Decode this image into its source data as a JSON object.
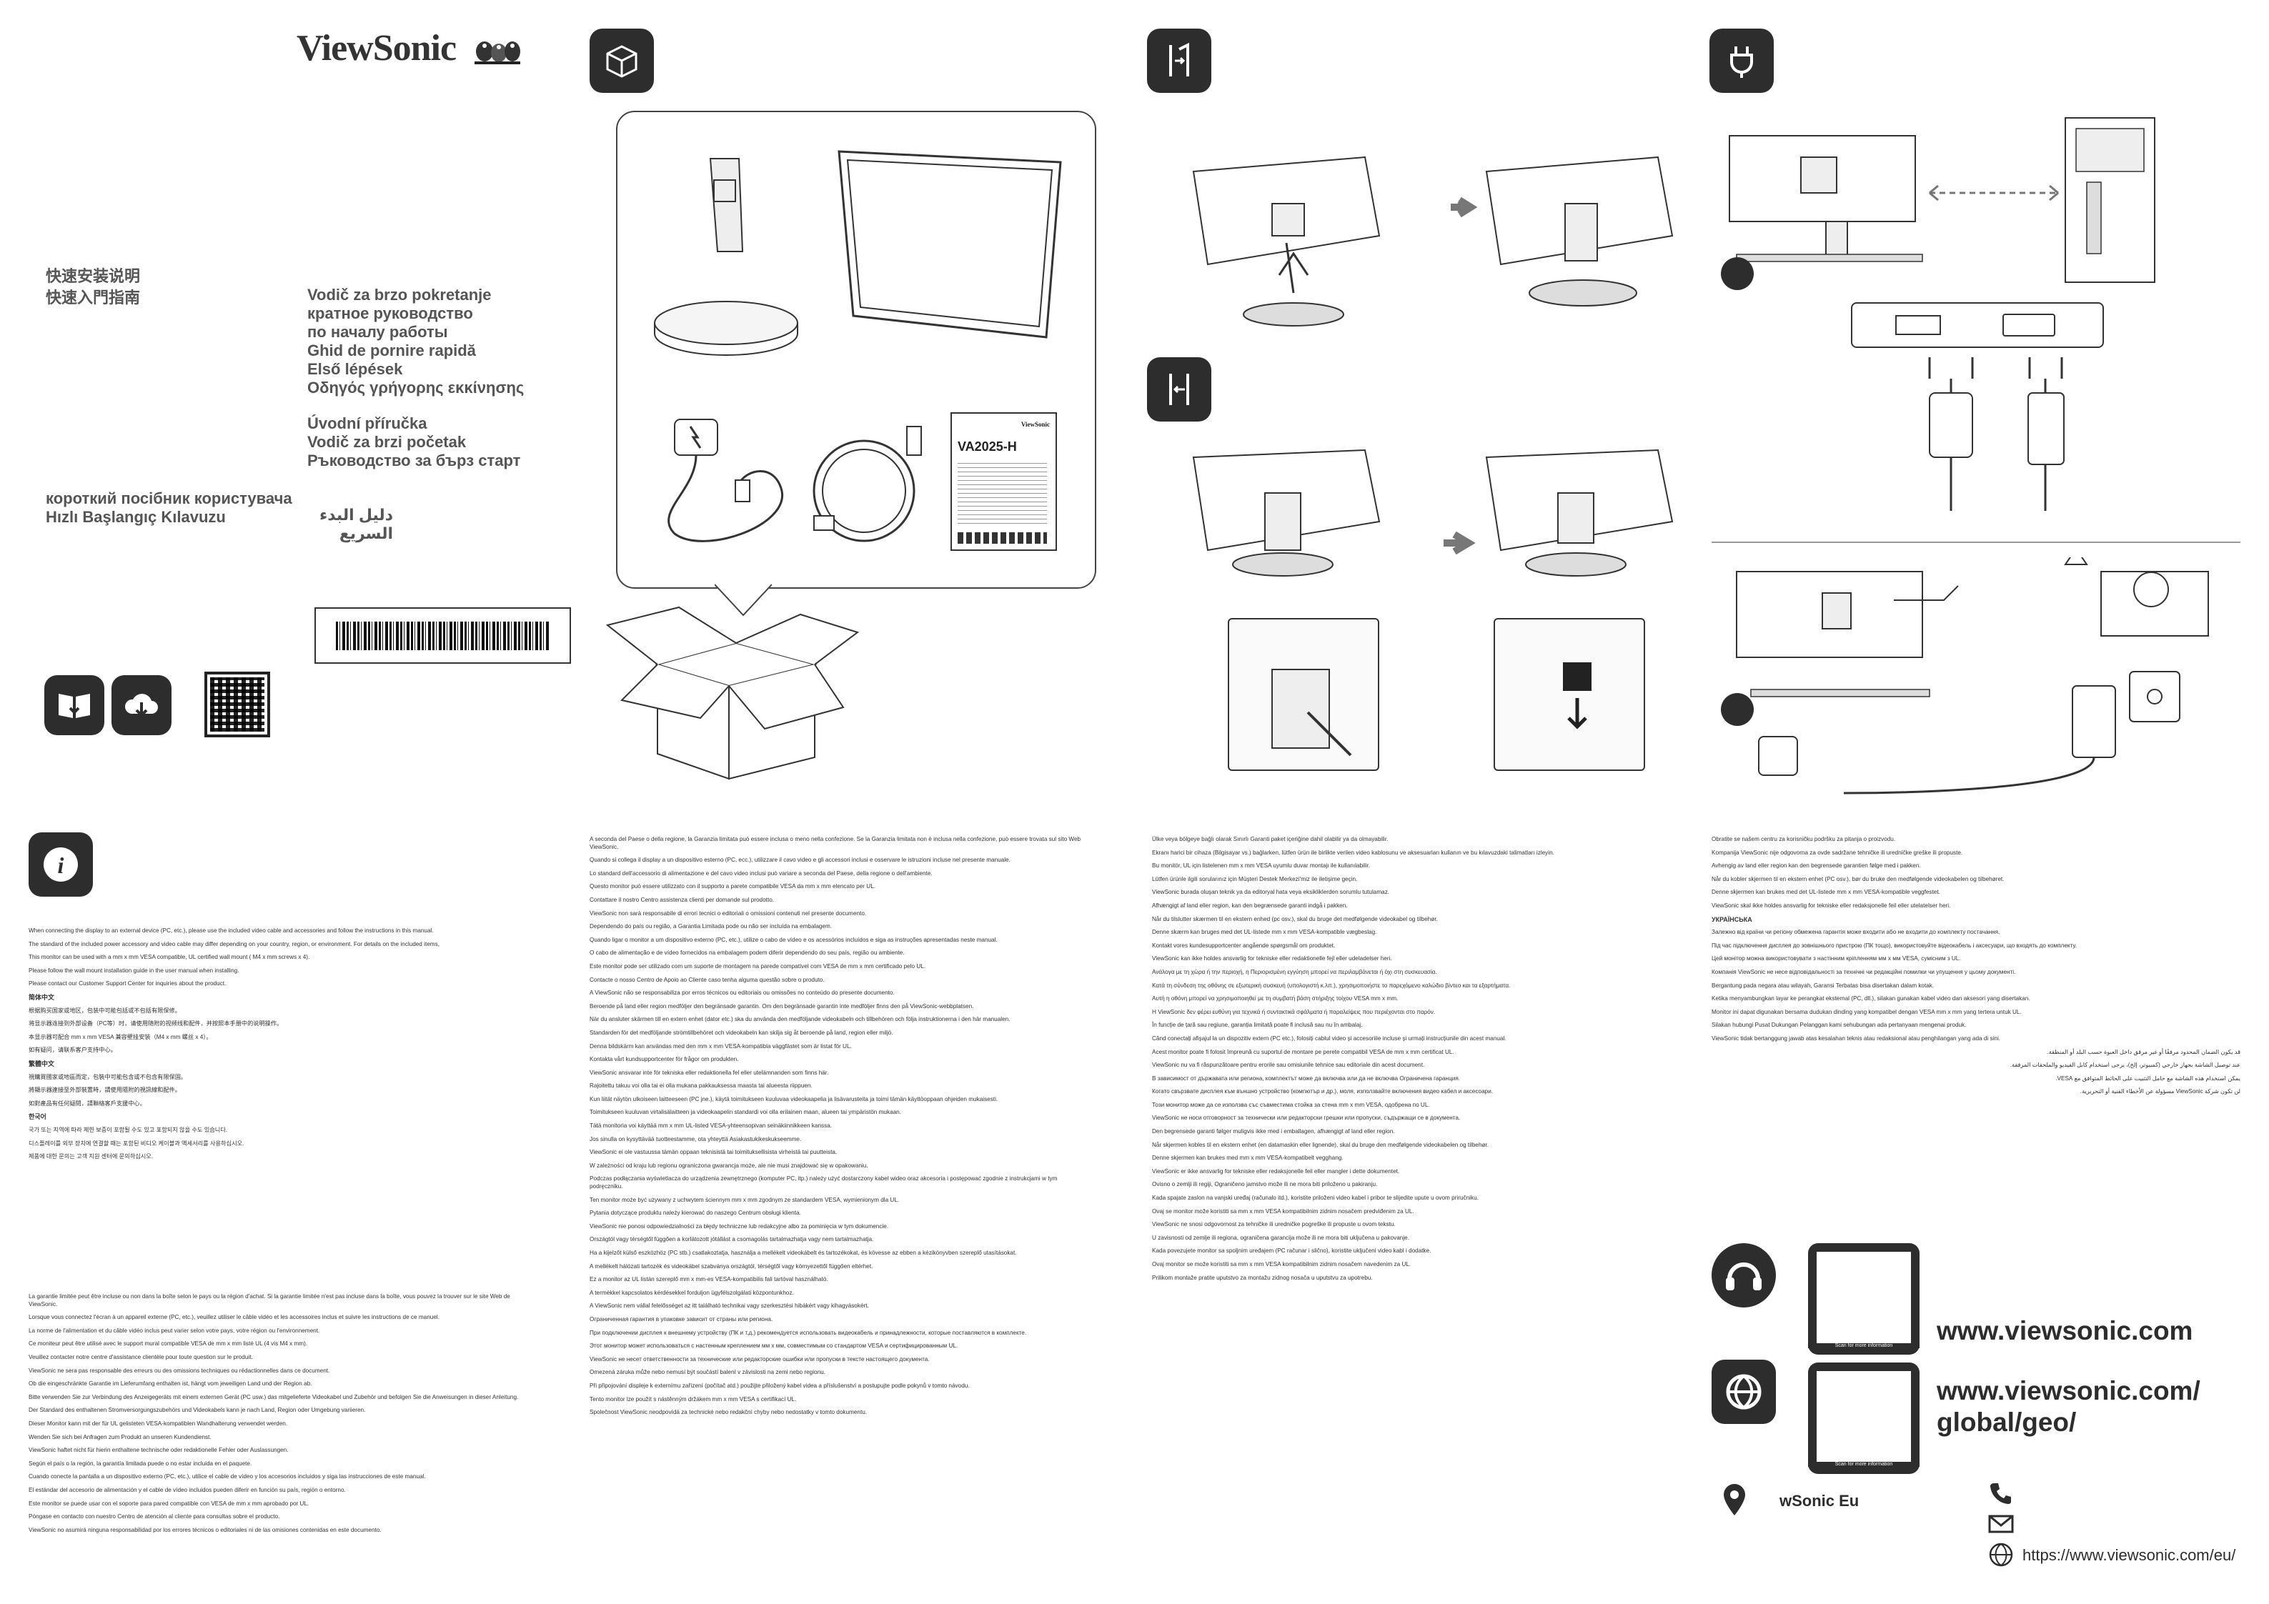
{
  "brand": {
    "name": "ViewSonic"
  },
  "cover": {
    "cjk_titles": [
      "快速安装说明",
      "快速入門指南"
    ],
    "titles_group1": [
      "Vodič za brzo pokretanje",
      "кратное руководство",
      "по началу работы",
      "Ghid de pornire rapidă",
      "Első lépések",
      "Οδηγός γρήγορης εκκίνησης"
    ],
    "titles_group2": [
      "Úvodní příručka",
      "Vodič za brzi početak",
      "Ръководство за бърз старт"
    ],
    "titles_group3": [
      "короткий посібник користувача",
      "Hızlı Başlangıç Kılavuzu"
    ],
    "arabic_title": "دليل البدء السريع"
  },
  "box": {
    "model": "VA2025-H"
  },
  "support": {
    "url_main": "www.viewsonic.com",
    "url_geo_line1": "www.viewsonic.com/",
    "url_geo_line2": "global/geo/",
    "location": "wSonic Eu",
    "url_eu": "https://www.viewsonic.com/eu/",
    "qr_caption": "Scan for more information"
  },
  "text": {
    "col1_top": [
      "When connecting the display to an external device (PC, etc.), please use the included video cable and accessories and follow the instructions in this manual.",
      "The standard of the included power accessory and video cable may differ depending on your country, region, or environment. For details on the included items,",
      "This monitor can be used with a mm x mm VESA compatible, UL certified wall mount ( M4 x mm screws x 4).",
      "Please follow the wall mount installation guide in the user manual when installing.",
      "Please contact our Customer Support Center for inquiries about the product."
    ],
    "col1_bottom": [
      "La garantie limitée peut être incluse ou non dans la boîte selon le pays ou la région d'achat. Si la garantie limitée n'est pas incluse dans la boîte, vous pouvez la trouver sur le site Web de ViewSonic.",
      "Lorsque vous connectez l'écran à un appareil externe (PC, etc.), veuillez utiliser le câble vidéo et les accessoires inclus et suivre les instructions de ce manuel.",
      "La norme de l'alimentation et du câble vidéo inclus peut varier selon votre pays, votre région ou l'environnement.",
      "Ce moniteur peut être utilisé avec le support mural compatible VESA de mm x mm listé UL (4 vis M4 x mm).",
      "Veuillez contacter notre centre d'assistance clientèle pour toute question sur le produit.",
      "ViewSonic ne sera pas responsable des erreurs ou des omissions techniques ou rédactionnelles dans ce document.",
      "Ob die eingeschränkte Garantie im Lieferumfang enthalten ist, hängt vom jeweiligen Land und der Region ab.",
      "Bitte verwenden Sie zur Verbindung des Anzeigegeräts mit einem externen Gerät (PC usw.) das mitgelieferte Videokabel und Zubehör und befolgen Sie die Anweisungen in dieser Anleitung.",
      "Der Standard des enthaltenen Stromversorgungszubehörs und Videokabels kann je nach Land, Region oder Umgebung variieren.",
      "Dieser Monitor kann mit der für UL gelisteten VESA-kompatiblen Wandhalterung verwendet werden.",
      "Wenden Sie sich bei Anfragen zum Produkt an unseren Kundendienst.",
      "ViewSonic haftet nicht für hierin enthaltene technische oder redaktionelle Fehler oder Auslassungen.",
      "Según el país o la región, la garantía limitada puede o no estar incluida en el paquete.",
      "Cuando conecte la pantalla a un dispositivo externo (PC, etc.), utilice el cable de vídeo y los accesorios incluidos y siga las instrucciones de este manual.",
      "El estándar del accesorio de alimentación y el cable de vídeo incluidos pueden diferir en función su país, región o entorno.",
      "Este monitor se puede usar con el soporte para pared compatible con VESA de mm x mm aprobado por UL.",
      "Póngase en contacto con nuestro Centro de atención al cliente para consultas sobre el producto.",
      "ViewSonic no asumirá ninguna responsabilidad por los errores técnicos o editoriales ni de las omisiones contenidas en este documento."
    ],
    "col2": [
      "A seconda del Paese o della regione, la Garanzia limitata può essere inclusa o meno nella confezione. Se la Garanzia limitata non è inclusa nella confezione, può essere trovata sul sito Web ViewSonic.",
      "Quando si collega il display a un dispositivo esterno (PC, ecc.), utilizzare il cavo video e gli accessori inclusi e osservare le istruzioni incluse nel presente manuale.",
      "Lo standard dell'accessorio di alimentazione e del cavo video inclusi può variare a seconda del Paese, della regione o dell'ambiente.",
      "Questo monitor può essere utilizzato con il supporto a parete compatibile VESA da mm x mm elencato per UL.",
      "Contattare il nostro Centro assistenza clienti per domande sul prodotto.",
      "ViewSonic non sarà responsabile di errori tecnici o editoriali o omissioni contenuti nel presente documento.",
      "Dependendo do país ou região, a Garantia Limitada pode ou não ser incluída na embalagem.",
      "Quando ligar o monitor a um dispositivo externo (PC, etc.), utilize o cabo de vídeo e os acessórios incluídos e siga as instruções apresentadas neste manual.",
      "O cabo de alimentação e de vídeo fornecidos na embalagem podem diferir dependendo do seu país, região ou ambiente.",
      "Este monitor pode ser utilizado com um suporte de montagem na parede compatível com VESA de mm x mm certificado pelo UL.",
      "Contacte o nosso Centro de Apoio ao Cliente caso tenha alguma questão sobre o produto.",
      "A ViewSonic não se responsabiliza por erros técnicos ou editoriais ou omissões no conteúdo do presente documento.",
      "Beroende på land eller region medföljer den begränsade garantin. Om den begränsade garantin inte medföljer finns den på ViewSonic-webbplatsen.",
      "När du ansluter skärmen till en extern enhet (dator etc.) ska du använda den medföljande videokabeln och tillbehören och följa instruktionerna i den här manualen.",
      "Standarden för det medföljande strömtillbehöret och videokabeln kan skilja sig åt beroende på land, region eller miljö.",
      "Denna bildskärm kan användas med den mm x mm VESA-kompatibla väggfästet som är listat för UL.",
      "Kontakta vårt kundsupportcenter för frågor om produkten.",
      "ViewSonic ansvarar inte för tekniska eller redaktionella fel eller utelämnanden som finns här.",
      "Rajoitettu takuu voi olla tai ei olla mukana pakkauksessa maasta tai alueesta riippuen.",
      "Kun liität näytön ulkoiseen laitteeseen (PC jne.), käytä toimitukseen kuuluvaa videokaapelia ja lisävarusteita ja toimi tämän käyttöoppaan ohjeiden mukaisesti.",
      "Toimitukseen kuuluvan virtalisälaitteen ja videokaapelin standardi voi olla erilainen maan, alueen tai ympäristön mukaan.",
      "Tätä monitoria voi käyttää mm x mm UL-listed VESA-yhteensopivan seinäkiinnikkeen kanssa.",
      "Jos sinulla on kysyttävää tuotteestamme, ota yhteyttä Asiakastukikeskukseemme.",
      "ViewSonic ei ole vastuussa tämän oppaan teknisistä tai toimituksellisista virheistä tai puutteista.",
      "W zależności od kraju lub regionu ograniczona gwarancja może, ale nie musi znajdować się w opakowaniu.",
      "Podczas podłączania wyświetlacza do urządzenia zewnętrznego (komputer PC, itp.) należy użyć dostarczony kabel wideo oraz akcesoria i postępować zgodnie z instrukcjami w tym podręczniku.",
      "Ten monitor może być używany z uchwytem ściennym mm x mm zgodnym ze standardem VESA, wymienionym dla UL.",
      "Pytania dotyczące produktu należy kierować do naszego Centrum obsługi klienta.",
      "ViewSonic nie ponosi odpowiedzialności za błędy techniczne lub redakcyjne albo za pominięcia w tym dokumencie.",
      "Országtól vagy térségtől függően a korlátozott jótállást a csomagolás tartalmazhatja vagy nem tartalmazhatja.",
      "Ha a kijelzőt külső eszközhöz (PC stb.) csatlakoztatja, használja a mellékelt videokábelt és tartozékokat, és kövesse az ebben a kézikönyvben szereplő utasításokat.",
      "A mellékelt hálózati tartozék és videokábel szabványa országtól, térségtől vagy környezettől függően eltérhet.",
      "Ez a monitor az UL listán szereplő mm x mm-es VESA-kompatibilis fali tartóval használható.",
      "A termékkel kapcsolatos kérdésekkel forduljon ügyfélszolgálati központunkhoz.",
      "A ViewSonic nem vállal felelősséget az itt található technikai vagy szerkesztési hibákért vagy kihagyásokért.",
      "Ограниченная гарантия в упаковке зависит от страны или региона.",
      "При подключении дисплея к внешнему устройству (ПК и т.д.) рекомендуется использовать видеокабель и принадлежности, которые поставляются в комплекте.",
      "Этот монитор может использоваться с настенным креплением мм x мм, совместимым со стандартом VESA и сертифицированным UL.",
      "ViewSonic не несет ответственности за технические или редакторские ошибки или пропуски в тексте настоящего документа.",
      "Omezená záruka může nebo nemusí být součástí balení v závislosti na zemi nebo regionu.",
      "Při připojování displeje k externímu zařízení (počítač atd.) použijte přiložený kabel videa a příslušenství a postupujte podle pokynů v tomto návodu.",
      "Tento monitor lze použít s nástěnným držákem mm x mm VESA s certifikací UL.",
      "Společnost ViewSonic neodpovídá za technické nebo redakční chyby nebo nedostatky v tomto dokumentu."
    ],
    "col3": [
      "Ülke veya bölgeye bağlı olarak Sınırlı Garanti paket içeriğine dahil olabilir ya da olmayabilir.",
      "Ekranı harici bir cihaza (Bilgisayar vs.) bağlarken, lütfen ürün ile birlikte verilen video kablosunu ve aksesuarları kullanın ve bu kılavuzdaki talimatları izleyin.",
      "Bu monitör, UL için listelenen mm x mm VESA uyumlu duvar montajı ile kullanılabilir.",
      "Lütfen ürünle ilgili sorularınız için Müşteri Destek Merkezi'miz ile iletişime geçin.",
      "ViewSonic burada oluşan teknik ya da editoryal hata veya eksikliklerden sorumlu tutulamaz.",
      "Afhængigt af land eller region, kan den begrænsede garanti indgå i pakken.",
      "Når du tilslutter skærmen til en ekstern enhed (pc osv.), skal du bruge det medfølgende videokabel og tilbehør.",
      "Denne skærm kan bruges med det UL-listede mm x mm VESA-kompatible vægbeslag.",
      "Kontakt vores kundesupportcenter angående spørgsmål om produktet.",
      "ViewSonic kan ikke holdes ansvarlig for tekniske eller redaktionelle fejl eller udeladelser heri.",
      "Ανάλογα με τη χώρα ή την περιοχή, η Περιορισμένη εγγύηση μπορεί να περιλαμβάνεται ή όχι στη συσκευασία.",
      "Κατά τη σύνδεση της οθόνης σε εξωτερική συσκευή (υπολογιστή κ.λπ.), χρησιμοποιήστε το παρεχόμενο καλώδιο βίντεο και τα εξαρτήματα.",
      "Αυτή η οθόνη μπορεί να χρησιμοποιηθεί με τη συμβατή βάση στήριξης τοίχου VESA mm x mm.",
      "Η ViewSonic δεν φέρει ευθύνη για τεχνικά ή συντακτικά σφάλματα ή παραλείψεις που περιέχονται στο παρόν.",
      "În funcție de țară sau regiune, garanția limitată poate fi inclusă sau nu în ambalaj.",
      "Când conectați afișajul la un dispozitiv extern (PC etc.), folosiți cablul video și accesoriile incluse și urmați instrucțiunile din acest manual.",
      "Acest monitor poate fi folosit împreună cu suportul de montare pe perete compatibil VESA de mm x mm certificat UL.",
      "ViewSonic nu va fi răspunzătoare pentru erorile sau omisiunile tehnice sau editoriale din acest document.",
      "В зависимост от държавата или региона, комплектът може да включва или да не включва Ограничена гаранция.",
      "Когато свързвате дисплея към външно устройство (компютър и др.), моля, използвайте включения видео кабел и аксесоари.",
      "Този монитор може да се използва със съвместима стойка за стена mm x mm VESA, одобрена по UL.",
      "ViewSonic не носи отговорност за технически или редакторски грешки или пропуски, съдържащи се в документа.",
      "Den begrensede garanti følger muligvis ikke med i emballagen, afhængigt af land eller region.",
      "Når skjermen kobles til en ekstern enhet (en datamaskin eller lignende), skal du bruge den medfølgende videokabelen og tilbehør.",
      "Denne skjermen kan brukes med mm x mm VESA-kompatibelt vegghang.",
      "ViewSonic er ikke ansvarlig for tekniske eller redaksjonelle feil eller mangler i dette dokumentet.",
      "Ovisno o zemlji ili regiji, Ograničeno jamstvo može ili ne mora biti priloženo u pakiranju.",
      "Kada spajate zaslon na vanjski uređaj (računalo itd.), koristite priloženi video kabel i pribor te slijedite upute u ovom priručniku.",
      "Ovaj se monitor može koristiti sa mm x mm VESA kompatibilnim zidnim nosačem predviđenim za UL.",
      "ViewSonic ne snosi odgovornost za tehničke ili uredničke pogreške ili propuste u ovom tekstu.",
      "U zavisnosti od zemlje ili regiona, ograničena garancija može ili ne mora biti uključena u pakovanje.",
      "Kada povezujete monitor sa spoljnim uređajem (PC računar i slično), koristite uključeni video kabl i dodatke.",
      "Ovaj monitor se može koristiti sa mm x mm VESA kompatibilnim zidnim nosačem navedenim za UL.",
      "Prilikom montaže pratite uputstvo za montažu zidnog nosača u uputstvu za upotrebu."
    ],
    "col4": [
      "Obratite se našem centru za korisničku podršku za pitanja o proizvodu.",
      "Kompanija ViewSonic nije odgovorna za ovde sadržane tehničke ili uredničke greške ili propuste.",
      "Avhengig av land eller region kan den begrensede garantien følge med i pakken.",
      "Når du kobler skjermen til en ekstern enhet (PC osv.), bør du bruke den medfølgende videokabelen og tilbehøret.",
      "Denne skjermen kan brukes med det UL-listede mm x mm VESA-kompatible veggfestet.",
      "ViewSonic skal ikke holdes ansvarlig for tekniske eller redaksjonelle feil eller utelatelser heri.",
      "УКРАЇНСЬКА",
      "Залежно від країни чи регіону обмежена гарантія може входити або не входити до комплекту постачання.",
      "Під час підключення дисплея до зовнішнього пристрою (ПК тощо), використовуйте відеокабель і аксесуари, що входять до комплекту.",
      "Цей монітор можна використовувати з настінним кріпленням мм x мм VESA, сумісним з UL.",
      "Компанія ViewSonic не несе відповідальності за технічні чи редакційні помилки чи упущення у цьому документі.",
      "Bergantung pada negara atau wilayah, Garansi Terbatas bisa disertakan dalam kotak.",
      "Ketika menyambungkan layar ke perangkat eksternal (PC, dll.), silakan gunakan kabel video dan aksesori yang disertakan.",
      "Monitor ini dapat digunakan bersama dudukan dinding yang kompatibel dengan VESA mm x mm yang tertera untuk UL.",
      "Silakan hubungi Pusat Dukungan Pelanggan kami sehubungan ada pertanyaan mengenai produk.",
      "ViewSonic tidak bertanggung jawab atas kesalahan teknis atau redaksional atau penghilangan yang ada di sini."
    ],
    "arabic_lines": [
      "قد يكون الضمان المحدود مرفقًا أو غير مرفق داخل العبوة حسب البلد أو المنطقة.",
      "عند توصيل الشاشة بجهاز خارجي (كمبيوتر، إلخ)، يرجى استخدام كابل الفيديو والملحقات المرفقة.",
      "يمكن استخدام هذه الشاشة مع حامل التثبيت على الحائط المتوافق مع VESA.",
      "لن تكون شركة ViewSonic مسؤولة عن الأخطاء الفنية أو التحريرية."
    ],
    "cjk_lines": [
      "简体中文",
      "根据购买国家或地区，包装中可能包括或不包括有限保修。",
      "将显示器连接到外部设备（PC等）时，请使用随附的视频线和配件，并按照本手册中的说明操作。",
      "本显示器可配合 mm x mm VESA 兼容壁挂安装（M4 x mm 螺丝 x 4）。",
      "如有疑问，请联系客户支持中心。",
      "繁體中文",
      "視購買國家或地區而定，包裝中可能包含或不包含有限保固。",
      "將顯示器連接至外部裝置時，請使用隨附的視訊線和配件。",
      "如對產品有任何疑問，請聯絡客戶支援中心。",
      "한국어",
      "국가 또는 지역에 따라 제한 보증이 포함될 수도 있고 포함되지 않을 수도 있습니다.",
      "디스플레이를 외부 장치에 연결할 때는 포함된 비디오 케이블과 액세서리를 사용하십시오.",
      "제품에 대한 문의는 고객 지원 센터에 문의하십시오."
    ]
  }
}
